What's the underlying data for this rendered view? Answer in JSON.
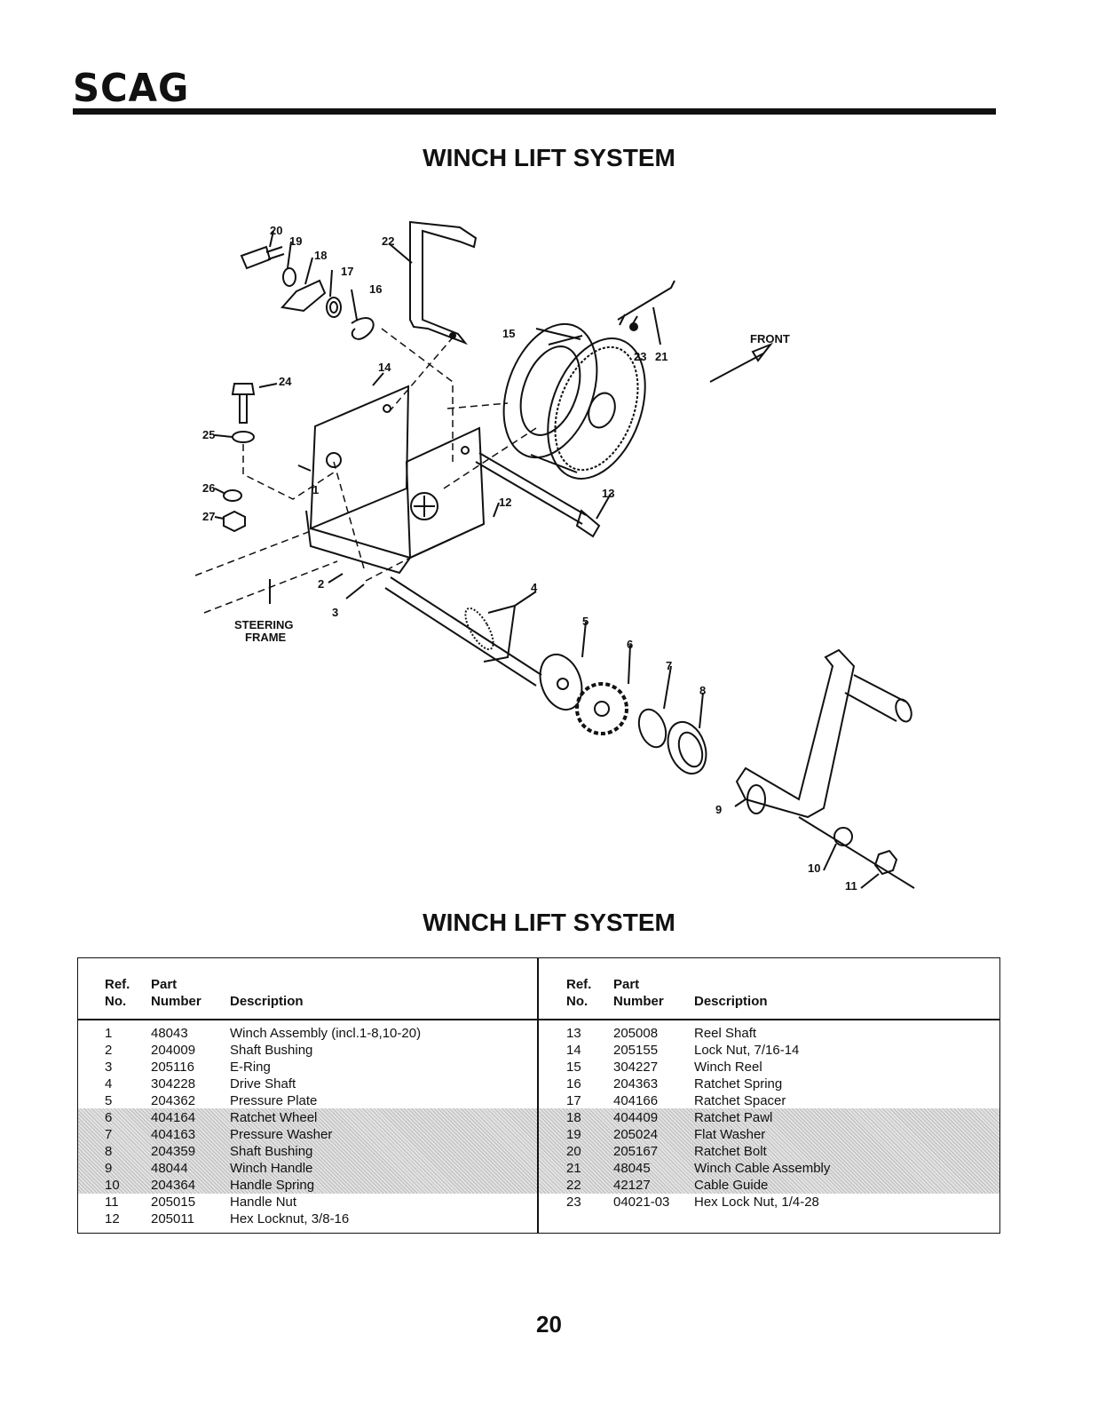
{
  "header": {
    "brand": "SCAG"
  },
  "diagram_title": "WINCH LIFT SYSTEM",
  "table_title": "WINCH LIFT SYSTEM",
  "diagram": {
    "front_label": "FRONT",
    "steering_label_1": "STEERING",
    "steering_label_2": "FRAME",
    "callouts": [
      "1",
      "2",
      "3",
      "4",
      "5",
      "6",
      "7",
      "8",
      "9",
      "10",
      "11",
      "12",
      "13",
      "14",
      "15",
      "16",
      "17",
      "18",
      "19",
      "20",
      "21",
      "22",
      "23",
      "24",
      "25",
      "26",
      "27"
    ]
  },
  "parts_table": {
    "headers": {
      "ref": "Ref.",
      "ref2": "No.",
      "part": "Part",
      "part2": "Number",
      "desc": "Description"
    },
    "left": [
      {
        "ref": "1",
        "part": "48043",
        "desc": "Winch Assembly  (incl.1-8,10-20)"
      },
      {
        "ref": "2",
        "part": "204009",
        "desc": "Shaft Bushing"
      },
      {
        "ref": "3",
        "part": "205116",
        "desc": "E-Ring"
      },
      {
        "ref": "4",
        "part": "304228",
        "desc": "Drive Shaft"
      },
      {
        "ref": "5",
        "part": "204362",
        "desc": "Pressure Plate"
      },
      {
        "ref": "6",
        "part": "404164",
        "desc": "Ratchet Wheel"
      },
      {
        "ref": "7",
        "part": "404163",
        "desc": "Pressure Washer"
      },
      {
        "ref": "8",
        "part": "204359",
        "desc": "Shaft Bushing"
      },
      {
        "ref": "9",
        "part": "48044",
        "desc": "Winch Handle"
      },
      {
        "ref": "10",
        "part": "204364",
        "desc": "Handle Spring"
      },
      {
        "ref": "11",
        "part": "205015",
        "desc": "Handle Nut"
      },
      {
        "ref": "12",
        "part": "205011",
        "desc": "Hex Locknut, 3/8-16"
      }
    ],
    "right": [
      {
        "ref": "13",
        "part": "205008",
        "desc": "Reel Shaft"
      },
      {
        "ref": "14",
        "part": "205155",
        "desc": "Lock Nut, 7/16-14"
      },
      {
        "ref": "15",
        "part": "304227",
        "desc": "Winch Reel"
      },
      {
        "ref": "16",
        "part": "204363",
        "desc": "Ratchet Spring"
      },
      {
        "ref": "17",
        "part": "404166",
        "desc": "Ratchet Spacer"
      },
      {
        "ref": "18",
        "part": "404409",
        "desc": "Ratchet Pawl"
      },
      {
        "ref": "19",
        "part": "205024",
        "desc": "Flat Washer"
      },
      {
        "ref": "20",
        "part": "205167",
        "desc": "Ratchet Bolt"
      },
      {
        "ref": "21",
        "part": "48045",
        "desc": "Winch Cable Assembly"
      },
      {
        "ref": "22",
        "part": "42127",
        "desc": "Cable Guide"
      },
      {
        "ref": "23",
        "part": "04021-03",
        "desc": "Hex Lock Nut, 1/4-28"
      }
    ]
  },
  "footer": {
    "page_number": "20"
  }
}
